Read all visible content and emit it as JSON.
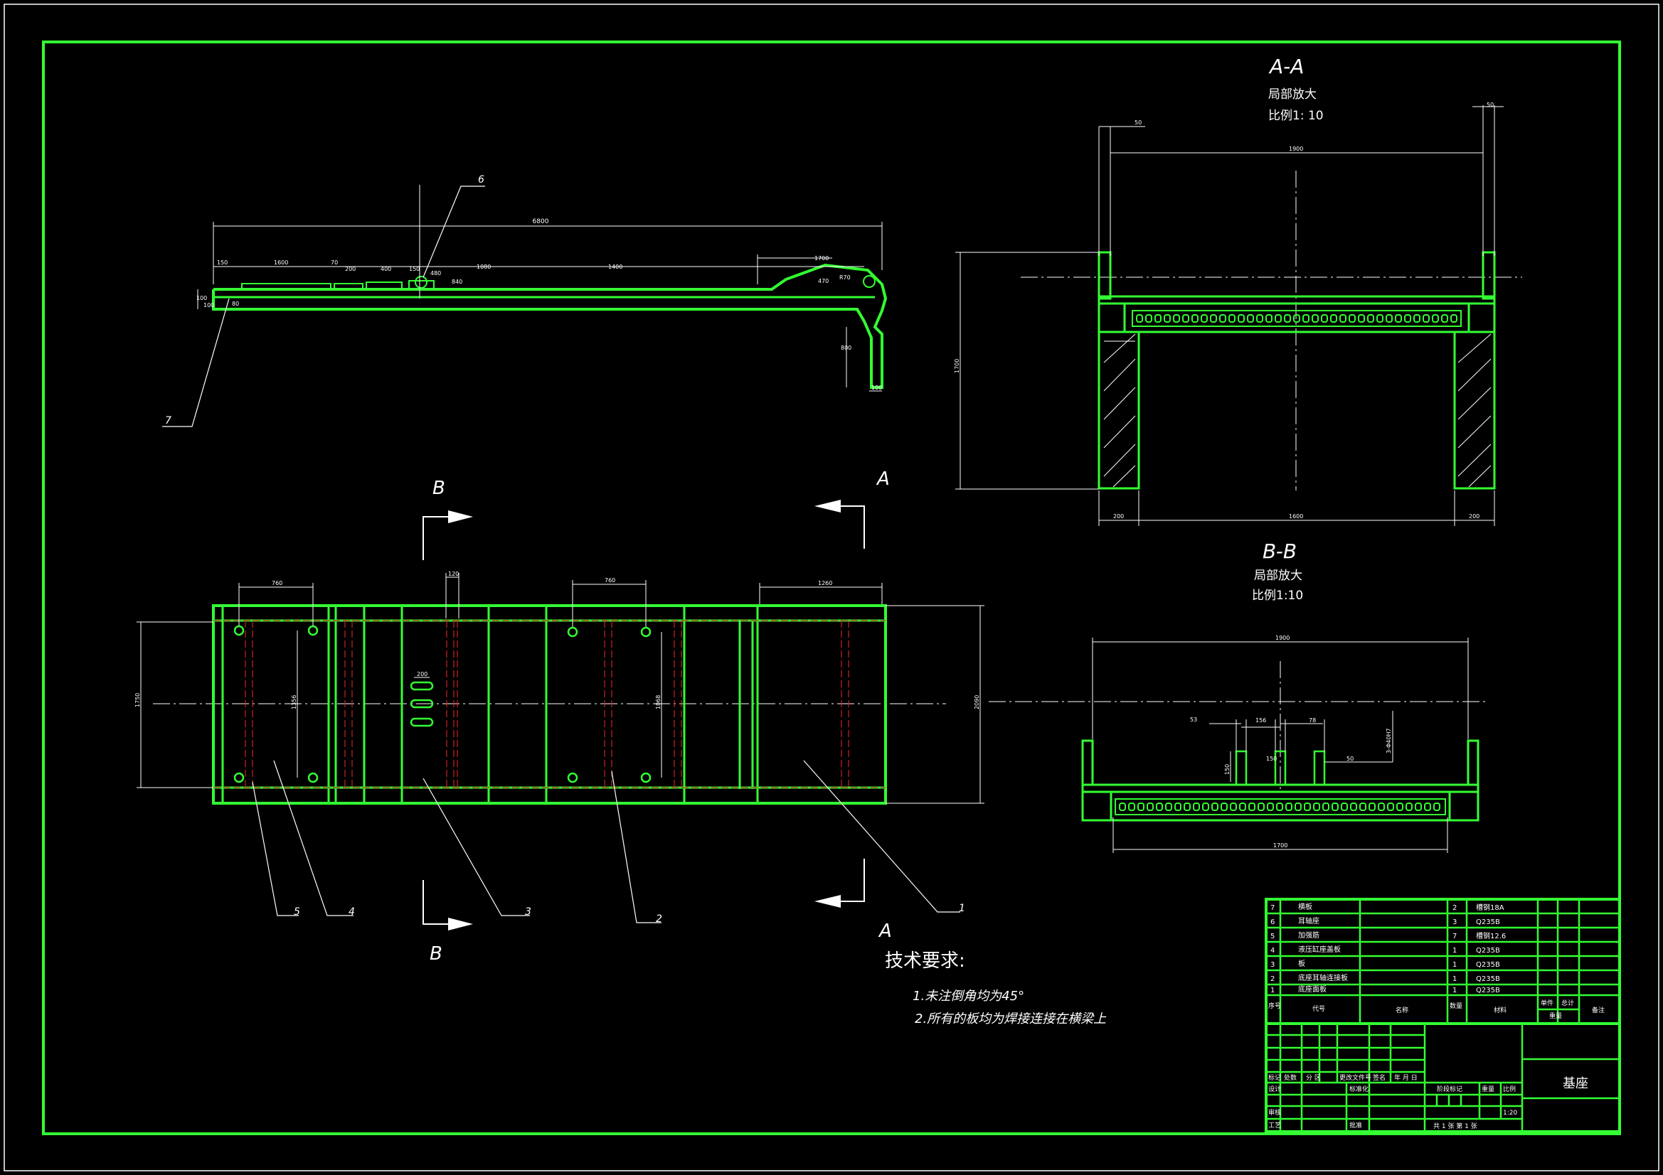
{
  "section_aa": {
    "title": "A-A",
    "subtitle": "局部放大",
    "scale": "比例1: 10",
    "dims": [
      "50",
      "50",
      "1900",
      "1700",
      "200",
      "1600",
      "200"
    ]
  },
  "section_bb": {
    "title": "B-B",
    "subtitle": "局部放大",
    "scale": "比例1:10",
    "dims": [
      "1900",
      "53",
      "156",
      "78",
      "150",
      "50",
      "150",
      "3-Φ40H7",
      "1700"
    ]
  },
  "side_view": {
    "dims": [
      "6800",
      "150",
      "1600",
      "70",
      "200",
      "400",
      "150",
      "480",
      "1080",
      "1400",
      "1700",
      "470",
      "R70",
      "800",
      "100",
      "100",
      "100",
      "80",
      "840"
    ],
    "leaders": [
      "6",
      "7"
    ]
  },
  "plan_view": {
    "section_marks": [
      "B",
      "B",
      "A",
      "A"
    ],
    "dims": [
      "760",
      "120",
      "760",
      "1260",
      "1750",
      "1356",
      "200",
      "1068",
      "2090"
    ],
    "leaders": [
      "5",
      "4",
      "3",
      "2",
      "1"
    ]
  },
  "notes": {
    "heading": "技术要求:",
    "items": [
      "1.未注倒角均为45°",
      "2.所有的板均为焊接连接在横梁上"
    ]
  },
  "parts_list": {
    "rows": [
      {
        "no": "7",
        "name": "横板",
        "qty": "2",
        "material": "槽钢18A"
      },
      {
        "no": "6",
        "name": "耳轴座",
        "qty": "3",
        "material": "Q235B"
      },
      {
        "no": "5",
        "name": "加强筋",
        "qty": "7",
        "material": "槽钢12.6"
      },
      {
        "no": "4",
        "name": "液压缸座盖板",
        "qty": "1",
        "material": "Q235B"
      },
      {
        "no": "3",
        "name": "板",
        "qty": "1",
        "material": "Q235B"
      },
      {
        "no": "2",
        "name": "底座耳轴连接板",
        "qty": "1",
        "material": "Q235B"
      },
      {
        "no": "1",
        "name": "底座面板",
        "qty": "1",
        "material": "Q235B"
      }
    ],
    "header": {
      "no": "序号",
      "code": "代号",
      "name": "名称",
      "qty": "数量",
      "material": "材料",
      "unit": "单件",
      "total": "总计",
      "weight": "重量",
      "remark": "备注"
    }
  },
  "title_block": {
    "drawing_name": "基座",
    "scale_value": "1:20",
    "sheet_info": "共 1 张   第 1 张",
    "labels": [
      "标记",
      "处数",
      "分 区",
      "更改文件号",
      "签名",
      "年 月 日",
      "设计",
      "标准化",
      "阶段标记",
      "重量",
      "比例",
      "审核",
      "工艺",
      "批准"
    ]
  }
}
